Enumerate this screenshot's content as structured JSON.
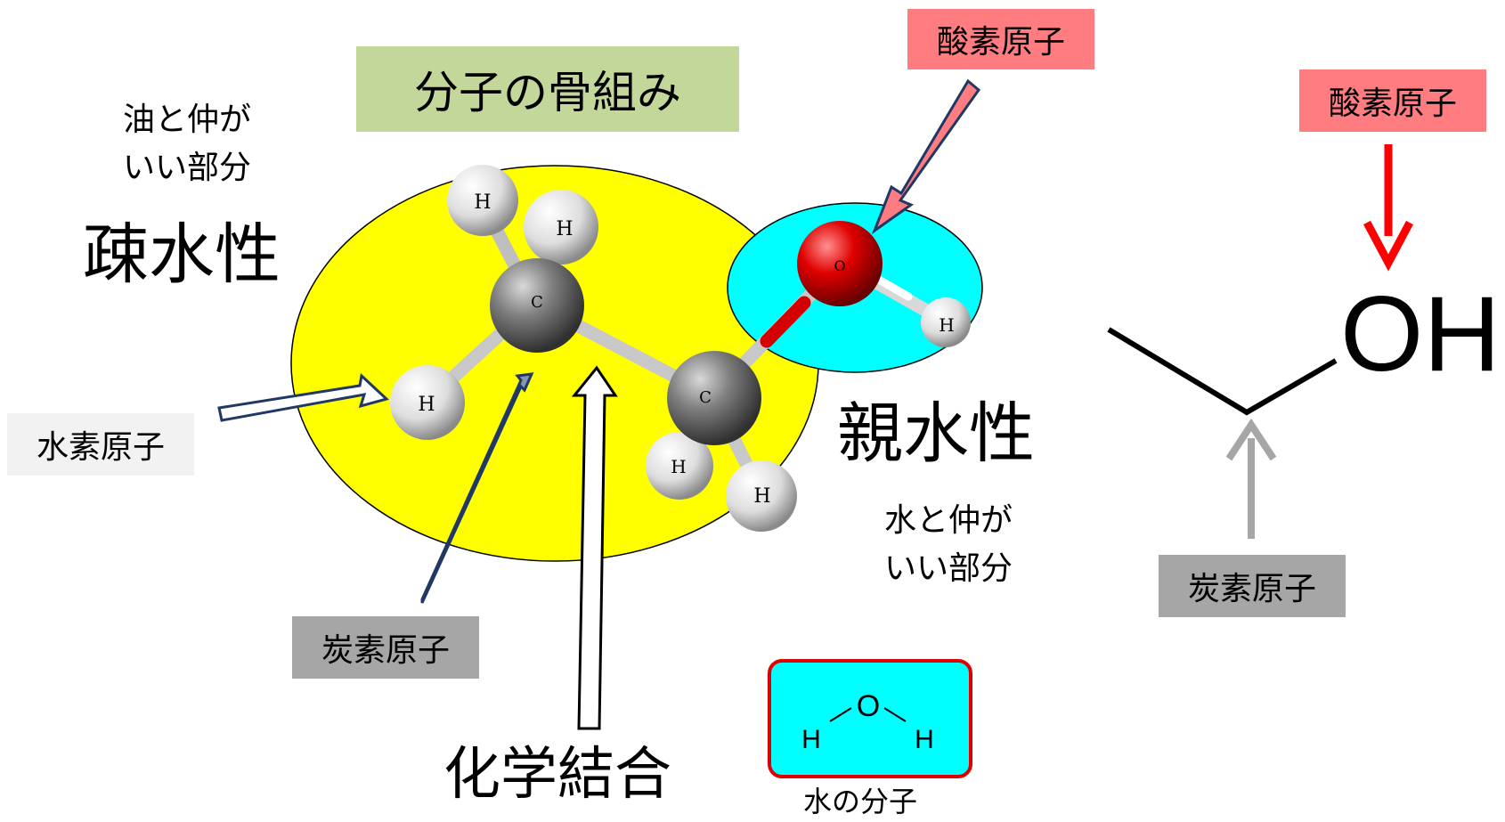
{
  "title": "分子の骨組み",
  "hydrophobic": {
    "desc_line1": "油と仲が",
    "desc_line2": "いい部分",
    "term": "疎水性"
  },
  "hydrophilic": {
    "term": "親水性",
    "desc_line1": "水と仲が",
    "desc_line2": "いい部分"
  },
  "labels": {
    "hydrogen_atom": "水素原子",
    "carbon_atom": "炭素原子",
    "carbon_atom_right": "炭素原子",
    "oxygen_atom": "酸素原子",
    "oxygen_atom_right": "酸素原子",
    "chemical_bond": "化学結合"
  },
  "water": {
    "caption": "水の分子",
    "o": "O",
    "h_left": "H",
    "h_right": "H"
  },
  "atoms": {
    "c": "C",
    "h": "H",
    "o": "O"
  },
  "skeletal": {
    "group": "OH"
  },
  "colors": {
    "hydrophobic_region": "#ffff00",
    "hydrophilic_region": "#00ffff",
    "title_box": "#c4d79b",
    "oxygen_label_box": "#ff7c80",
    "carbon_label_box": "#a6a6a6",
    "hydrogen_label_box": "#f2f2f2",
    "oxygen_arrow": "#ff0000",
    "carbon_arrow": "#a6a6a6"
  }
}
